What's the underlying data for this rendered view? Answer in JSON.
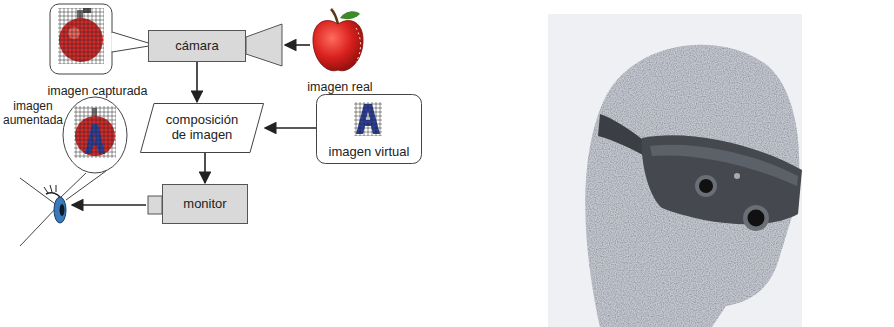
{
  "diagram": {
    "nodes": [
      {
        "text": [
          "imagen capturada"
        ]
      },
      {
        "text": [
          "cámara"
        ]
      },
      {
        "text": [
          "composición de imagen"
        ]
      },
      {
        "text": [
          "imagen virtual"
        ]
      },
      {
        "text": [
          "monitor"
        ]
      },
      {
        "text": [
          "imagen aumentada"
        ]
      }
    ],
    "edges": [
      {
        "from": 1,
        "to": 2,
        "arrow": "to"
      },
      {
        "from": 3,
        "to": 2,
        "arrow": "to"
      },
      {
        "from": 2,
        "to": 4,
        "arrow": "to"
      }
    ],
    "labels": [
      "imagen real"
    ]
  }
}
